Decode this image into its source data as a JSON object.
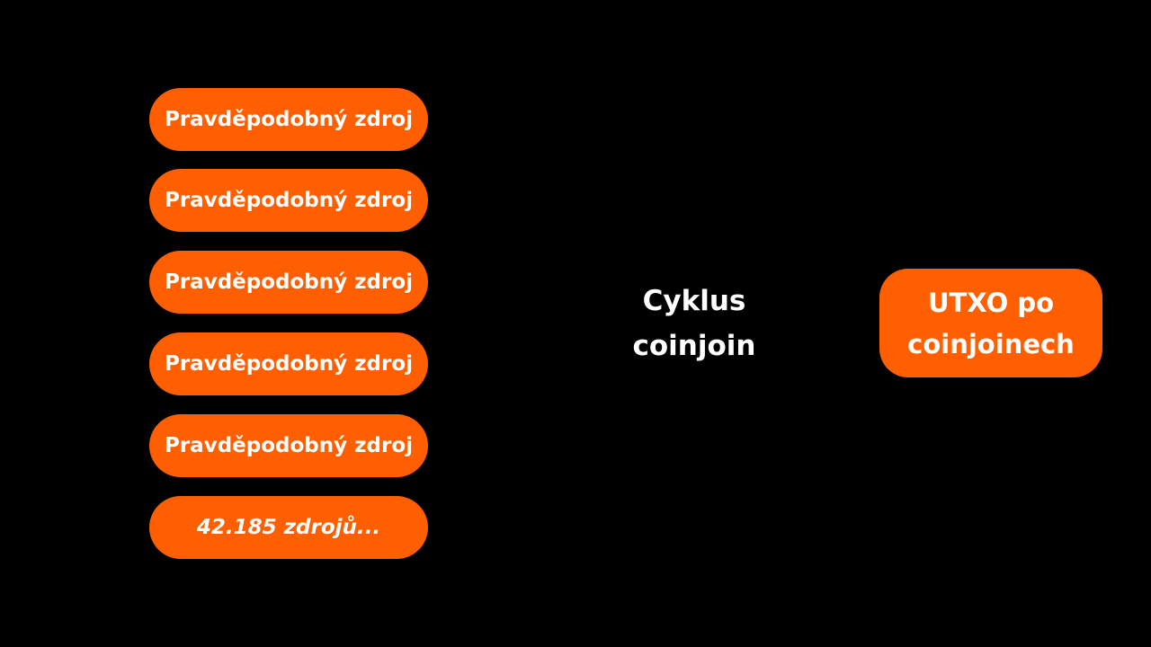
{
  "sources": [
    {
      "label": "Pravděpodobný zdroj"
    },
    {
      "label": "Pravděpodobný zdroj"
    },
    {
      "label": "Pravděpodobný zdroj"
    },
    {
      "label": "Pravděpodobný zdroj"
    },
    {
      "label": "Pravděpodobný zdroj"
    },
    {
      "label": "42.185 zdrojů..."
    }
  ],
  "cycle": {
    "line1": "Cyklus",
    "line2": "coinjoin"
  },
  "output": {
    "line1": "UTXO po",
    "line2": "coinjoinech"
  },
  "colors": {
    "background": "#000000",
    "accent": "#ff5f00",
    "text": "#ffffff"
  }
}
